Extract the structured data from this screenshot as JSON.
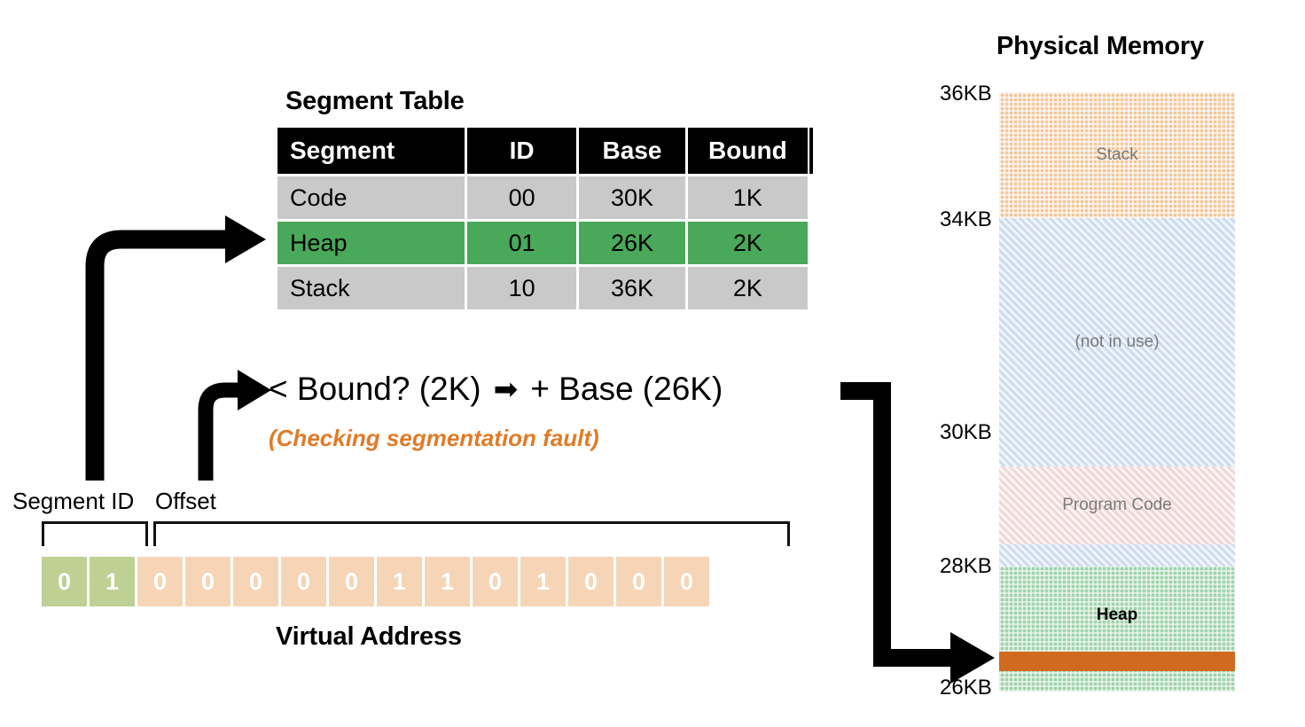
{
  "segment_table": {
    "title": "Segment Table",
    "columns": [
      "Segment",
      "ID",
      "Base",
      "Bound"
    ],
    "rows": [
      {
        "segment": "Code",
        "id": "00",
        "base": "30K",
        "bound": "1K",
        "highlighted": false
      },
      {
        "segment": "Heap",
        "id": "01",
        "base": "26K",
        "bound": "2K",
        "highlighted": true
      },
      {
        "segment": "Stack",
        "id": "10",
        "base": "36K",
        "bound": "2K",
        "highlighted": false
      }
    ],
    "highlight_color": "#4aa85a",
    "row_color": "#c9c9c9",
    "header_color": "#000000"
  },
  "translation": {
    "bound_check": "< Bound? (2K)",
    "arrow_glyph": "➡",
    "add_base": "+ Base (26K)",
    "note": "(Checking segmentation fault)",
    "note_color": "#E07B28"
  },
  "virtual_address": {
    "title": "Virtual Address",
    "segment_id_label": "Segment ID",
    "offset_label": "Offset",
    "segment_id_bits": [
      "0",
      "1"
    ],
    "offset_bits": [
      "0",
      "0",
      "0",
      "0",
      "0",
      "1",
      "1",
      "0",
      "1",
      "0",
      "0",
      "0"
    ],
    "segment_id_color": "#bed093",
    "offset_color": "#f6d5b6"
  },
  "physical_memory": {
    "title": "Physical Memory",
    "ticks": [
      "36KB",
      "34KB",
      "30KB",
      "28KB",
      "26KB"
    ],
    "blocks": [
      {
        "label": "Stack",
        "range": "34KB-36KB",
        "pattern": "dotted-orange"
      },
      {
        "label": "(not in use)",
        "range": "30KB-34KB",
        "pattern": "hatched-blue"
      },
      {
        "label": "Program Code",
        "range": "29KB-30KB",
        "pattern": "hatched-pink"
      },
      {
        "label": "(not in use)",
        "range": "28KB-29KB",
        "pattern": "hatched-blue"
      },
      {
        "label": "Heap",
        "range": "26KB-28KB",
        "pattern": "dotted-green"
      }
    ],
    "highlight_bar_color": "#cf6a20"
  }
}
